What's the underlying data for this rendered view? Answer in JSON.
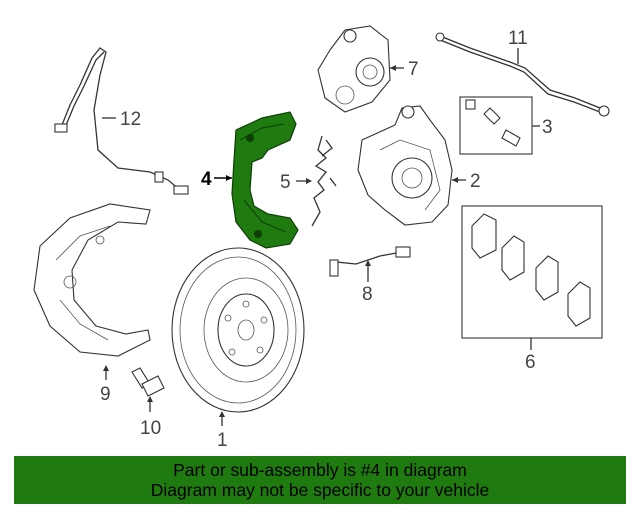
{
  "highlight_color": "#1f7a0f",
  "selected_part": "4",
  "callouts": {
    "c1": "1",
    "c2": "2",
    "c3": "3",
    "c4": "4",
    "c5": "5",
    "c6": "6",
    "c7": "7",
    "c8": "8",
    "c9": "9",
    "c10": "10",
    "c11": "11",
    "c12": "12"
  },
  "banner": {
    "line1": "Part or sub-assembly is #4 in diagram",
    "line2": "Diagram may not be specific to your vehicle"
  }
}
